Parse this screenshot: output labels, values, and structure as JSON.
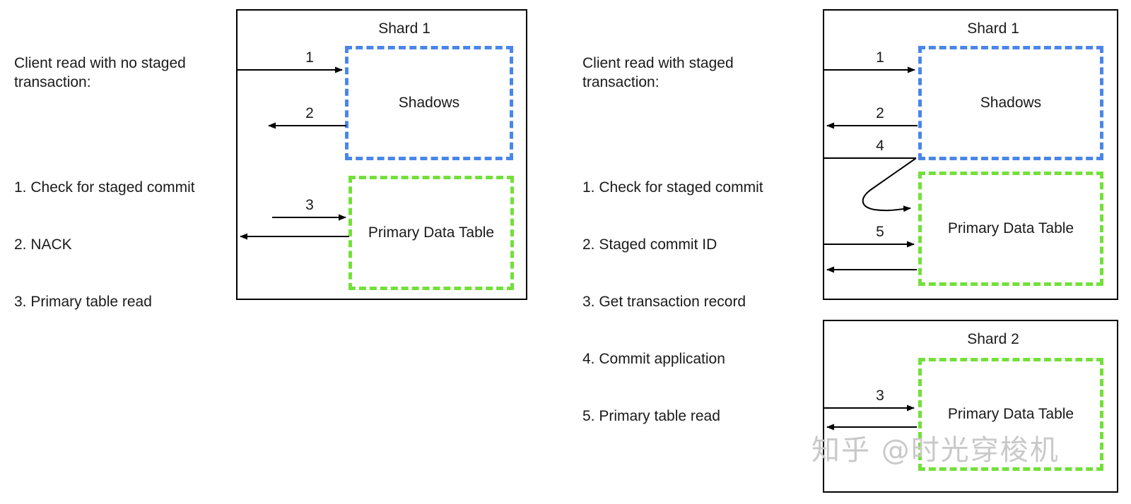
{
  "panels": {
    "left": {
      "caption": {
        "title": "Client read with no staged\ntransaction:",
        "steps": [
          "1. Check for staged commit",
          "2. NACK",
          "3. Primary table read"
        ]
      },
      "shards": [
        {
          "title": "Shard 1",
          "boxes": [
            {
              "label": "Shadows",
              "color": "#4a86e8",
              "style": "dashed"
            },
            {
              "label": "Primary Data Table",
              "color": "#73e03a",
              "style": "dashed"
            }
          ],
          "arrows": [
            {
              "label": "1",
              "direction": "right",
              "target": "Shadows"
            },
            {
              "label": "2",
              "direction": "left",
              "target": "Shadows"
            },
            {
              "label": "3",
              "direction": "right",
              "target": "Primary Data Table"
            },
            {
              "label": "",
              "direction": "left",
              "target": "Primary Data Table"
            }
          ]
        }
      ]
    },
    "right": {
      "caption": {
        "title": "Client read with staged\ntransaction:",
        "steps": [
          "1. Check for staged commit",
          "2. Staged commit ID",
          "3. Get transaction record",
          "4. Commit application",
          "5. Primary table read"
        ]
      },
      "shards": [
        {
          "title": "Shard 1",
          "boxes": [
            {
              "label": "Shadows",
              "color": "#4a86e8",
              "style": "dashed"
            },
            {
              "label": "Primary Data Table",
              "color": "#73e03a",
              "style": "dashed"
            }
          ],
          "arrows": [
            {
              "label": "1",
              "direction": "right",
              "target": "Shadows"
            },
            {
              "label": "2",
              "direction": "left",
              "target": "Shadows"
            },
            {
              "label": "4",
              "direction": "right",
              "target": "Shadows"
            },
            {
              "label": "",
              "direction": "curve",
              "target": "Primary Data Table"
            },
            {
              "label": "5",
              "direction": "right",
              "target": "Primary Data Table"
            },
            {
              "label": "",
              "direction": "left",
              "target": "Primary Data Table"
            }
          ]
        },
        {
          "title": "Shard 2",
          "boxes": [
            {
              "label": "Primary Data Table",
              "color": "#73e03a",
              "style": "dashed"
            }
          ],
          "arrows": [
            {
              "label": "3",
              "direction": "right",
              "target": "Primary Data Table"
            },
            {
              "label": "",
              "direction": "left",
              "target": "Primary Data Table"
            }
          ]
        }
      ]
    }
  },
  "watermark": "知乎 @时光穿梭机",
  "colors": {
    "shadow_blue": "#4a86e8",
    "primary_green": "#73e03a",
    "stroke_black": "#000000",
    "watermark_gray": "#c9c9c9"
  }
}
